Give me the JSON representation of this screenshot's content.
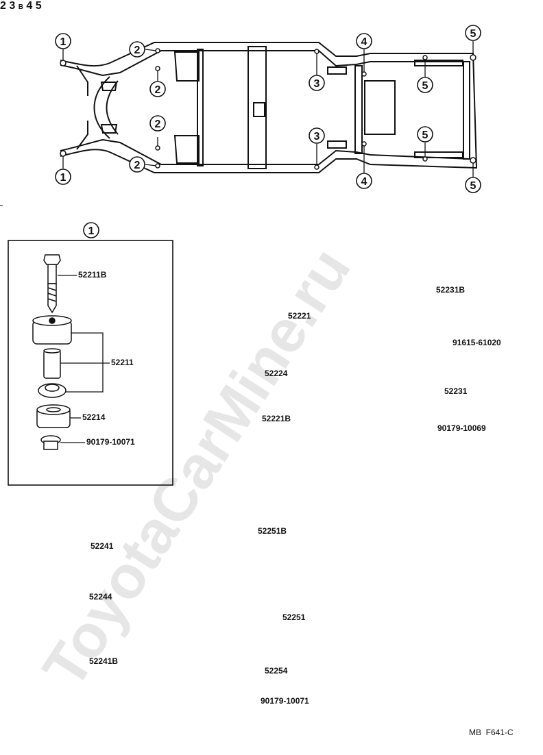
{
  "watermark": "ToyotaCarMine.ru",
  "frame_diagram": {
    "callouts": [
      "1",
      "2",
      "3",
      "4",
      "5"
    ]
  },
  "panels": [
    {
      "number": "1",
      "parts": [
        "52211B",
        "52211",
        "52214",
        "90179-10071"
      ]
    },
    {
      "number": "2",
      "parts": [
        "52221",
        "52224",
        "52221B"
      ]
    },
    {
      "number": "3",
      "parts": [
        "52231B",
        "91615-61020",
        "52231",
        "90179-10069"
      ],
      "badge": "B"
    },
    {
      "number": "4",
      "parts": [
        "52241",
        "52244",
        "52241B"
      ]
    },
    {
      "number": "5",
      "parts": [
        "52251B",
        "52251",
        "52254",
        "90179-10071"
      ]
    }
  ],
  "footer_code": "MB  F641-C"
}
